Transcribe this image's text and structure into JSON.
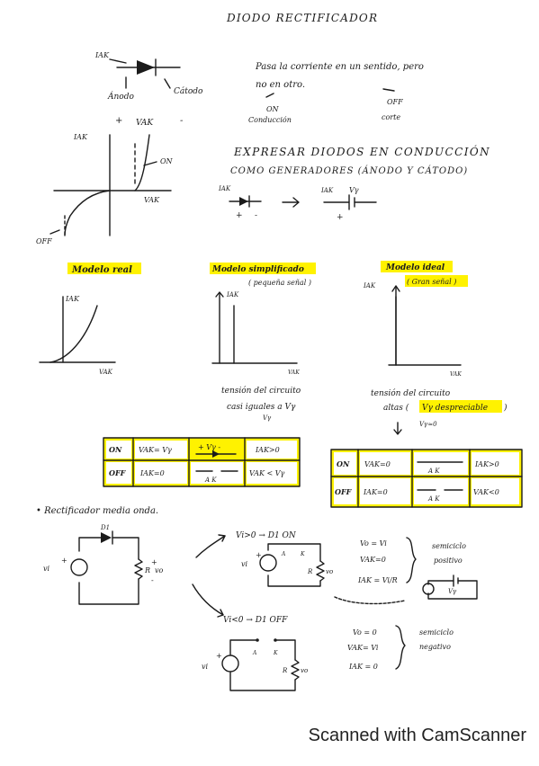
{
  "title": "DIODO RECTIFICADOR",
  "intro": {
    "symbol_labels": {
      "iak": "IAK",
      "anode": "Ánodo",
      "cathode": "Cátodo",
      "plus": "+",
      "vak": "VAK",
      "minus": "-"
    },
    "description_line1": "Pasa la corriente en un sentido, pero",
    "description_line2": "no en otro.",
    "on_label": "ON",
    "on_sub": "Conducción",
    "off_label": "OFF",
    "off_sub": "corte"
  },
  "iv_graph": {
    "iak": "IAK",
    "vak": "VAK",
    "on": "ON",
    "off": "OFF"
  },
  "express": {
    "line1": "EXPRESAR DIODOS EN CONDUCCIÓN",
    "line2": "COMO GENERADORES (ÁNODO Y CÁTODO)",
    "iak_a": "IAK",
    "iak_b": "IAK",
    "vs": "Vγ"
  },
  "models": {
    "real": {
      "title": "Modelo real",
      "iak": "IAK",
      "vak": "VAK"
    },
    "simplified": {
      "title": "Modelo simplificado",
      "subtitle": "( pequeña señal )",
      "iak": "IAK",
      "vak": "VAK",
      "vg": "Vγ",
      "note1": "tensión del circuito",
      "note2": "casi iguales a Vγ"
    },
    "ideal": {
      "title": "Modelo ideal",
      "subtitle": "( Gran señal )",
      "iak": "IAK",
      "vak": "VAK",
      "note1": "tensión del circuito",
      "note2": "altas (",
      "note2_hl": "Vγ despreciable",
      "note2_end": ")",
      "vg0": "Vγ≈0"
    }
  },
  "table_simplified": {
    "rows": [
      {
        "state": "ON",
        "cond": "VAK= Vγ",
        "symbol": "+ Vγ -",
        "current": "IAK>0"
      },
      {
        "state": "OFF",
        "cond": "IAK=0",
        "symbol": "A   K",
        "current": "VAK < Vγ"
      }
    ]
  },
  "table_ideal": {
    "rows": [
      {
        "state": "ON",
        "cond": "VAK=0",
        "symbol": "A   K",
        "current": "IAK>0"
      },
      {
        "state": "OFF",
        "cond": "IAK=0",
        "symbol": "A   K",
        "current": "VAK<0"
      }
    ]
  },
  "rectifier": {
    "heading": "• Rectificador media onda.",
    "d1": "D1",
    "vi": "vi",
    "r": "R",
    "vo": "vo",
    "pos_case": "Vi>0 → D1 ON",
    "neg_case": "Vi<0 → D1 OFF",
    "a": "A",
    "k": "K",
    "pos_eqs": [
      "Vo = Vi",
      "VAK=0",
      "IAK = Vi/R"
    ],
    "pos_label1": "semiciclo",
    "pos_label2": "positivo",
    "neg_eqs": [
      "Vo = 0",
      "VAK= Vi",
      "IAK = 0"
    ],
    "neg_label1": "semiciclo",
    "neg_label2": "negativo"
  },
  "footer": "Scanned with CamScanner"
}
